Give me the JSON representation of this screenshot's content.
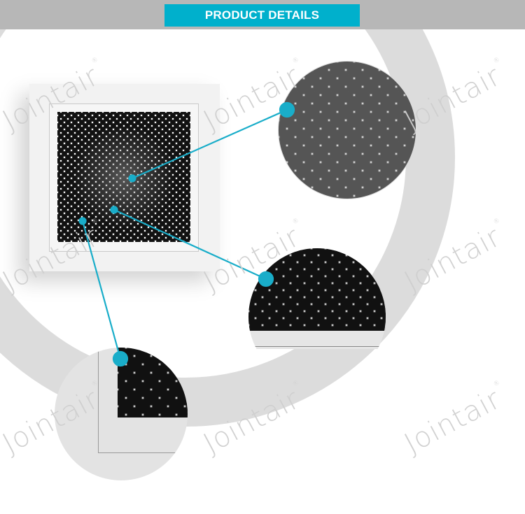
{
  "header": {
    "banner_label": "PRODUCT DETAILS",
    "bar_color": "#b7b7b7",
    "banner_color": "#00b0cc"
  },
  "product": {
    "description": "Square perforated ceiling air vent grille"
  },
  "callouts": [
    {
      "name": "center-perforation-detail"
    },
    {
      "name": "lower-edge-perforation-detail"
    },
    {
      "name": "corner-frame-detail"
    }
  ],
  "connector_color": "#19adc9",
  "watermarks": [
    {
      "text": "Jointair",
      "mark": "®"
    },
    {
      "text": "Jointair",
      "mark": "®"
    },
    {
      "text": "Jointair",
      "mark": "®"
    },
    {
      "text": "Jointair",
      "mark": "®"
    },
    {
      "text": "Jointair",
      "mark": "®"
    },
    {
      "text": "Jointair",
      "mark": "®"
    },
    {
      "text": "Jointair",
      "mark": "®"
    },
    {
      "text": "Jointair",
      "mark": "®"
    }
  ]
}
